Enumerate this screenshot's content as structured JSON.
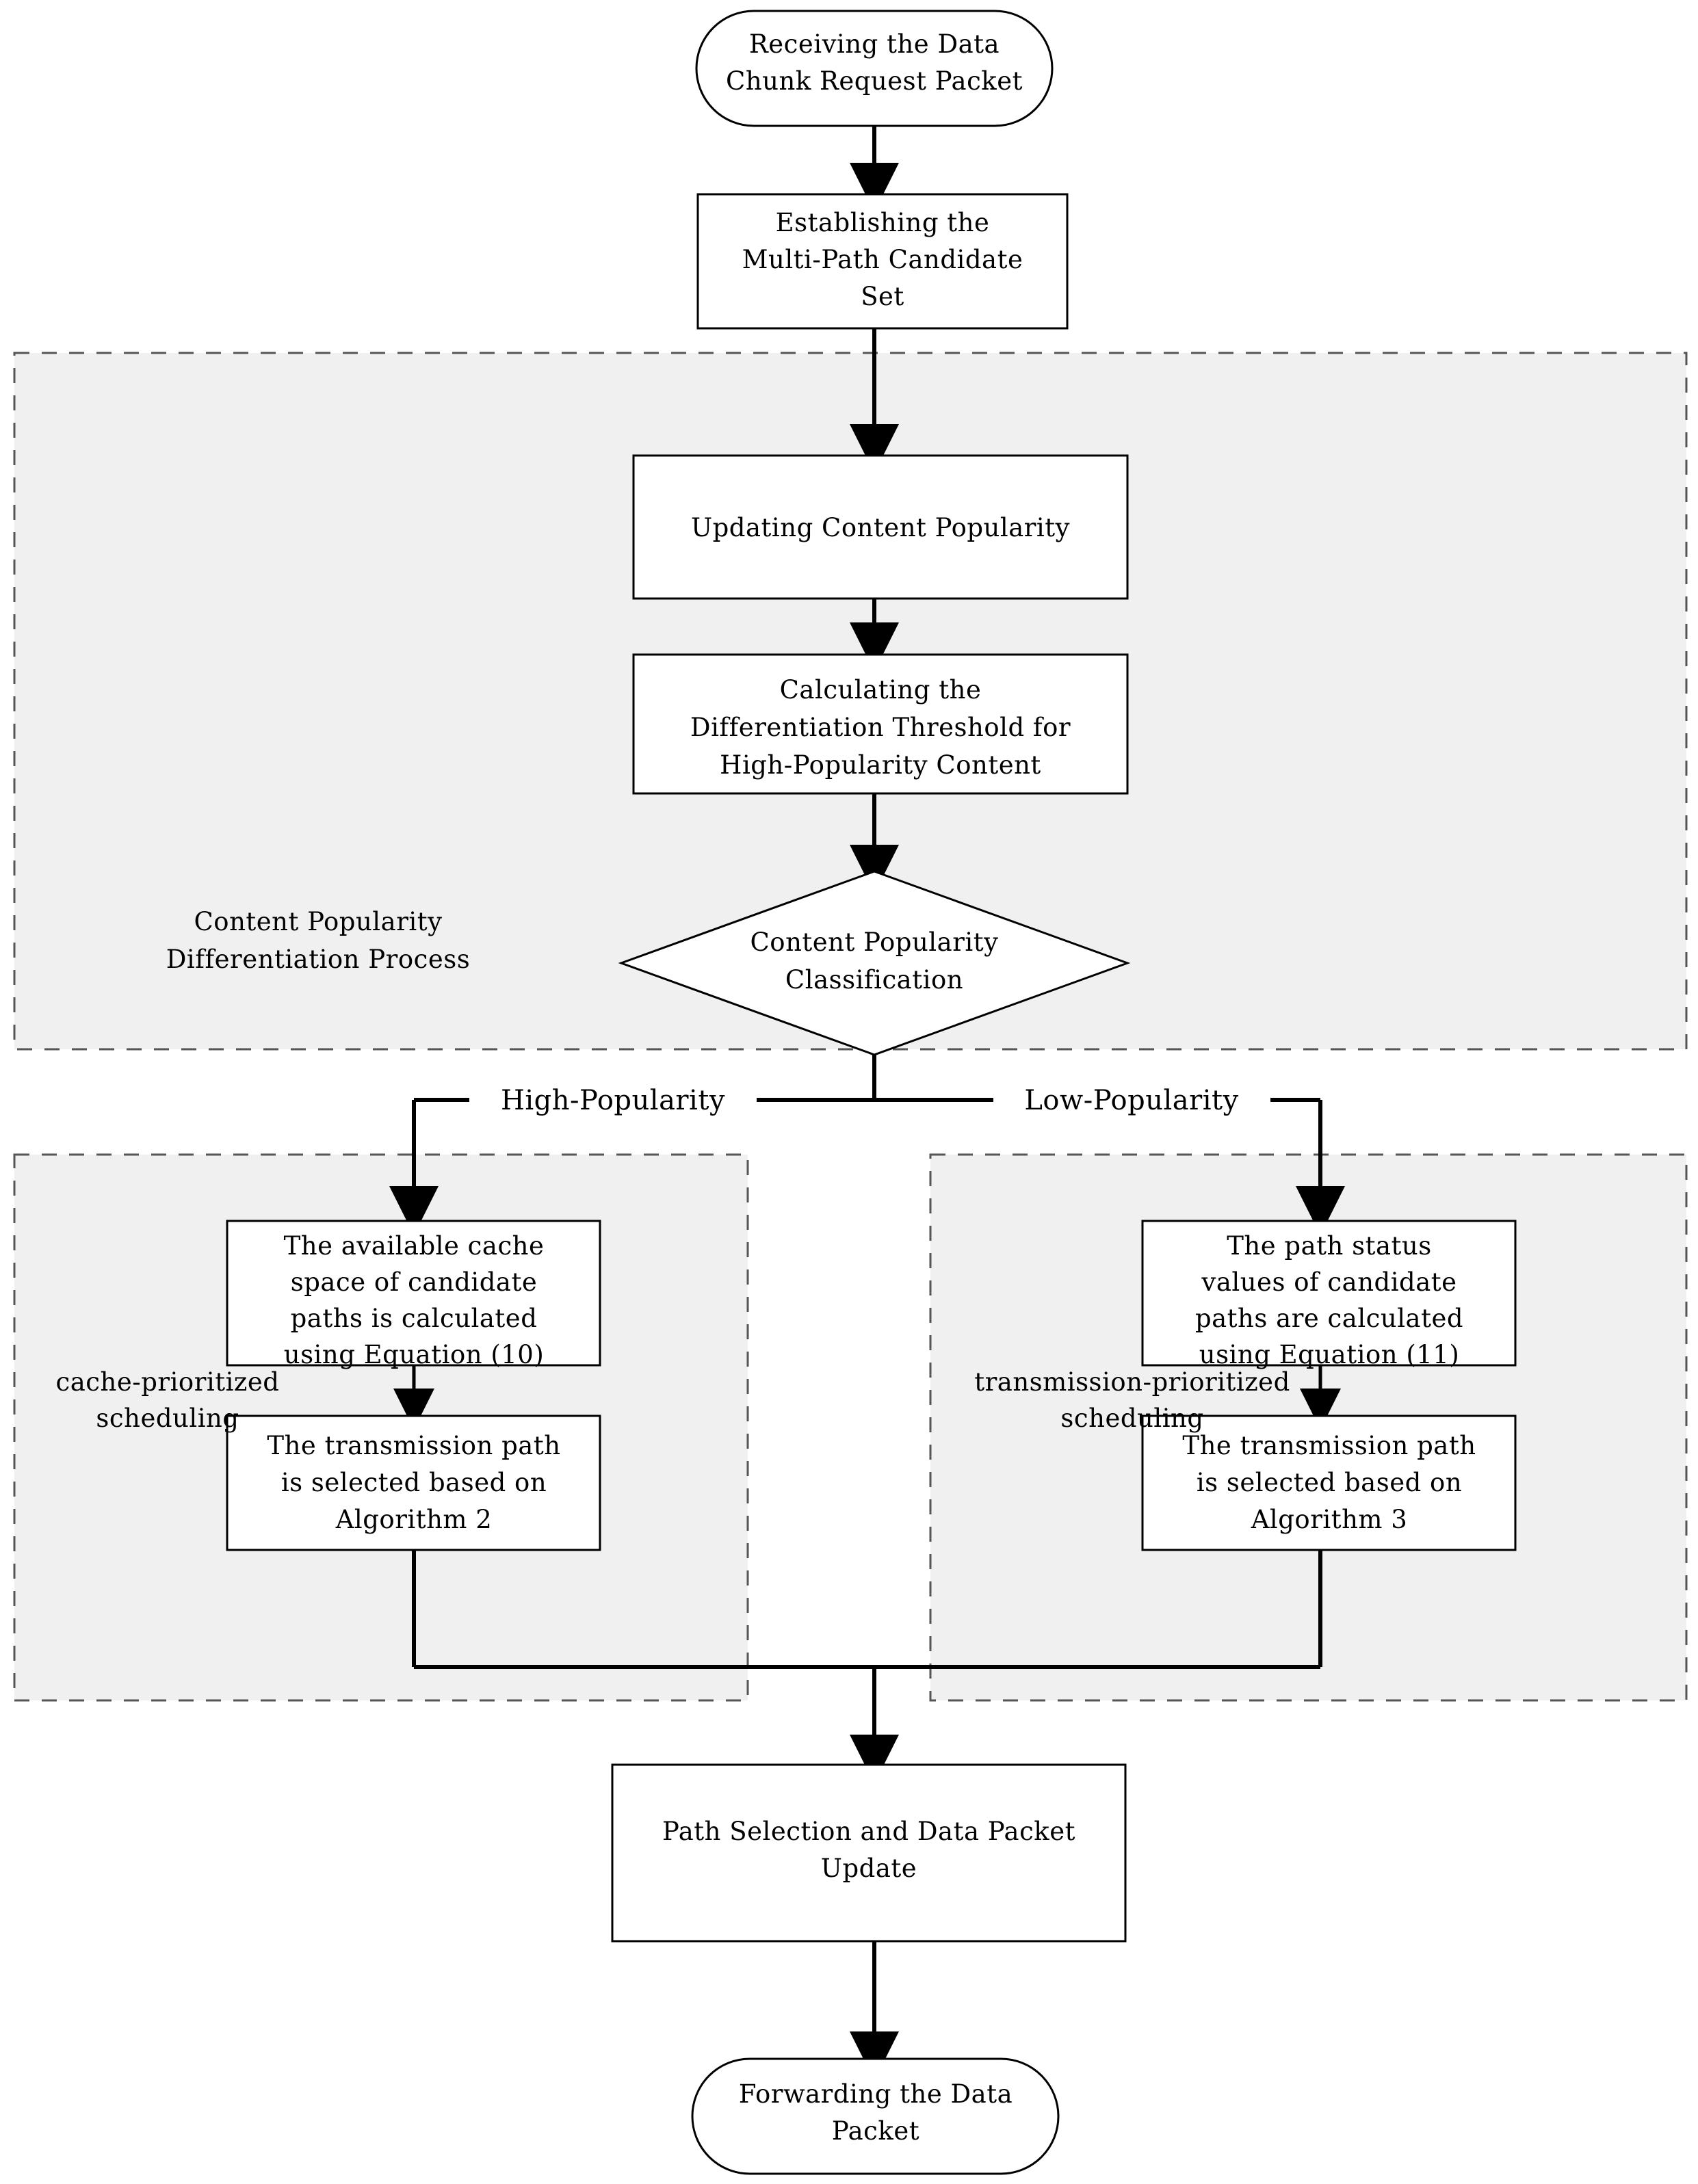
{
  "diagram": {
    "type": "flowchart",
    "title": "Data Chunk Request Packet Forwarding Flowchart",
    "background_color": "#ffffff",
    "group_fill_color": "#f0f0f0",
    "group_border_color": "#555555",
    "node_border_color": "#000000",
    "edge_color": "#000000"
  },
  "nodes": {
    "start": {
      "shape": "terminator",
      "label_line1": "Receiving the Data",
      "label_line2": "Chunk Request Packet"
    },
    "establish": {
      "shape": "process",
      "label_line1": "Establishing the",
      "label_line2": "Multi-Path Candidate",
      "label_line3": "Set"
    },
    "update_popularity": {
      "shape": "process",
      "label_line1": "Updating Content Popularity"
    },
    "calc_threshold": {
      "shape": "process",
      "label_line1": "Calculating the",
      "label_line2": "Differentiation Threshold for",
      "label_line3": "High-Popularity Content"
    },
    "classification": {
      "shape": "decision",
      "label_line1": "Content Popularity",
      "label_line2": "Classification"
    },
    "cache_calc": {
      "shape": "process",
      "label_line1": "The available cache",
      "label_line2": "space of candidate",
      "label_line3": "paths is calculated",
      "label_line4": "using Equation (10)"
    },
    "cache_select": {
      "shape": "process",
      "label_line1": "The transmission path",
      "label_line2": "is selected based on",
      "label_line3": "Algorithm 2"
    },
    "status_calc": {
      "shape": "process",
      "label_line1": "The path status",
      "label_line2": "values of candidate",
      "label_line3": "paths are calculated",
      "label_line4": "using Equation (11)"
    },
    "status_select": {
      "shape": "process",
      "label_line1": "The transmission path",
      "label_line2": "is selected based on",
      "label_line3": "Algorithm 3"
    },
    "path_update": {
      "shape": "process",
      "label_line1": "Path Selection and Data Packet",
      "label_line2": "Update"
    },
    "end": {
      "shape": "terminator",
      "label_line1": "Forwarding the Data",
      "label_line2": "Packet"
    }
  },
  "groups": {
    "differentiation": {
      "label_line1": "Content Popularity",
      "label_line2": "Differentiation Process"
    },
    "cache_priority": {
      "label_line1": "cache-prioritized",
      "label_line2": "scheduling"
    },
    "transmission_priority": {
      "label_line1": "transmission-prioritized",
      "label_line2": "scheduling"
    }
  },
  "edge_labels": {
    "high_popularity": "High-Popularity",
    "low_popularity": "Low-Popularity"
  }
}
